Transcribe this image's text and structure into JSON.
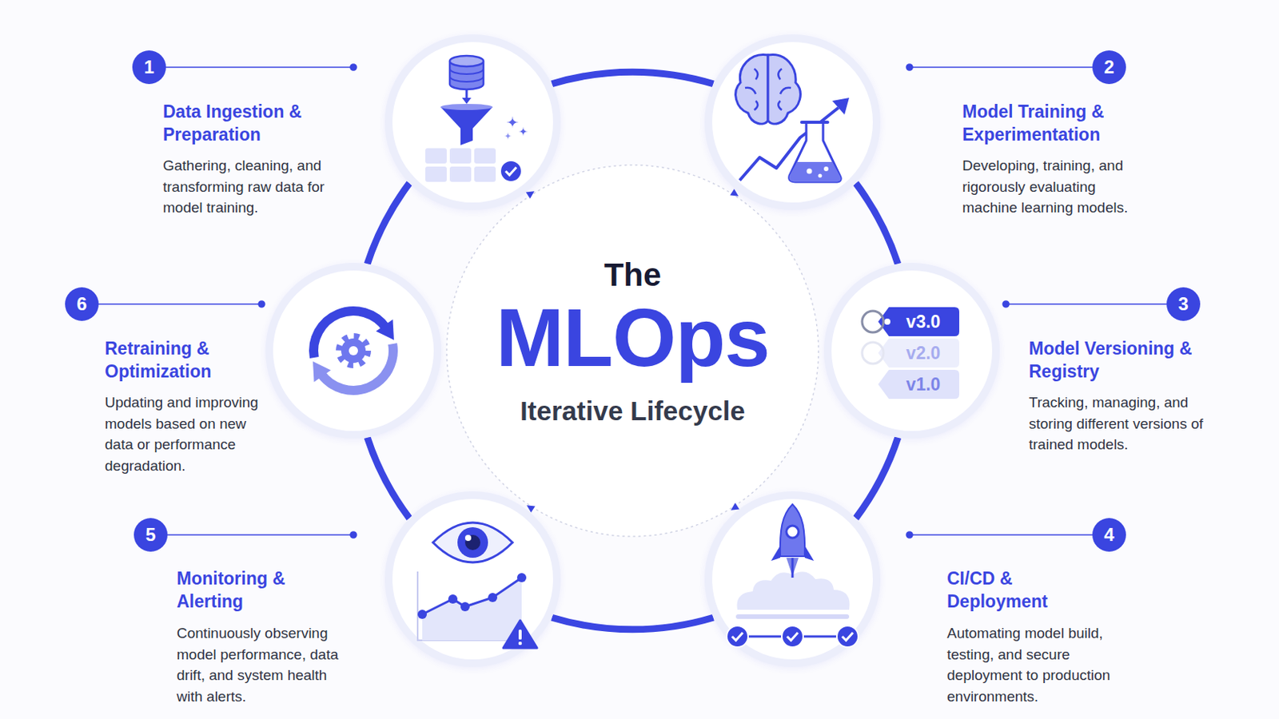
{
  "diagram": {
    "nodes": [
      {
        "text": [
          "The",
          "MLOps",
          "Iterative Lifecycle"
        ]
      },
      {
        "text": [
          "Data Ingestion & Preparation",
          "Gathering, cleaning, and transforming raw data for model training."
        ]
      },
      {
        "text": [
          "Model Training & Experimentation",
          "Developing, training, and rigorously evaluating machine learning models."
        ]
      },
      {
        "text": [
          "Model Versioning & Registry",
          "Tracking, managing, and storing different versions of trained models."
        ]
      },
      {
        "text": [
          "CI/CD & Deployment",
          "Automating model build, testing, and secure deployment to production environments."
        ]
      },
      {
        "text": [
          "Monitoring & Alerting",
          "Continuously observing model performance, data drift, and system health with alerts."
        ]
      },
      {
        "text": [
          "Retraining & Optimization",
          "Updating and improving models based on new data or performance degradation."
        ]
      }
    ],
    "edges": [
      {
        "from": 1,
        "to": 2,
        "arrow": "none"
      },
      {
        "from": 2,
        "to": 3,
        "arrow": "none"
      },
      {
        "from": 3,
        "to": 4,
        "arrow": "none"
      },
      {
        "from": 4,
        "to": 5,
        "arrow": "none"
      },
      {
        "from": 5,
        "to": 6,
        "arrow": "none"
      },
      {
        "from": 6,
        "to": 1,
        "arrow": "none"
      }
    ],
    "labels": [
      "1",
      "2",
      "3",
      "4",
      "5",
      "6",
      "v3.0",
      "v2.0",
      "v1.0"
    ]
  }
}
